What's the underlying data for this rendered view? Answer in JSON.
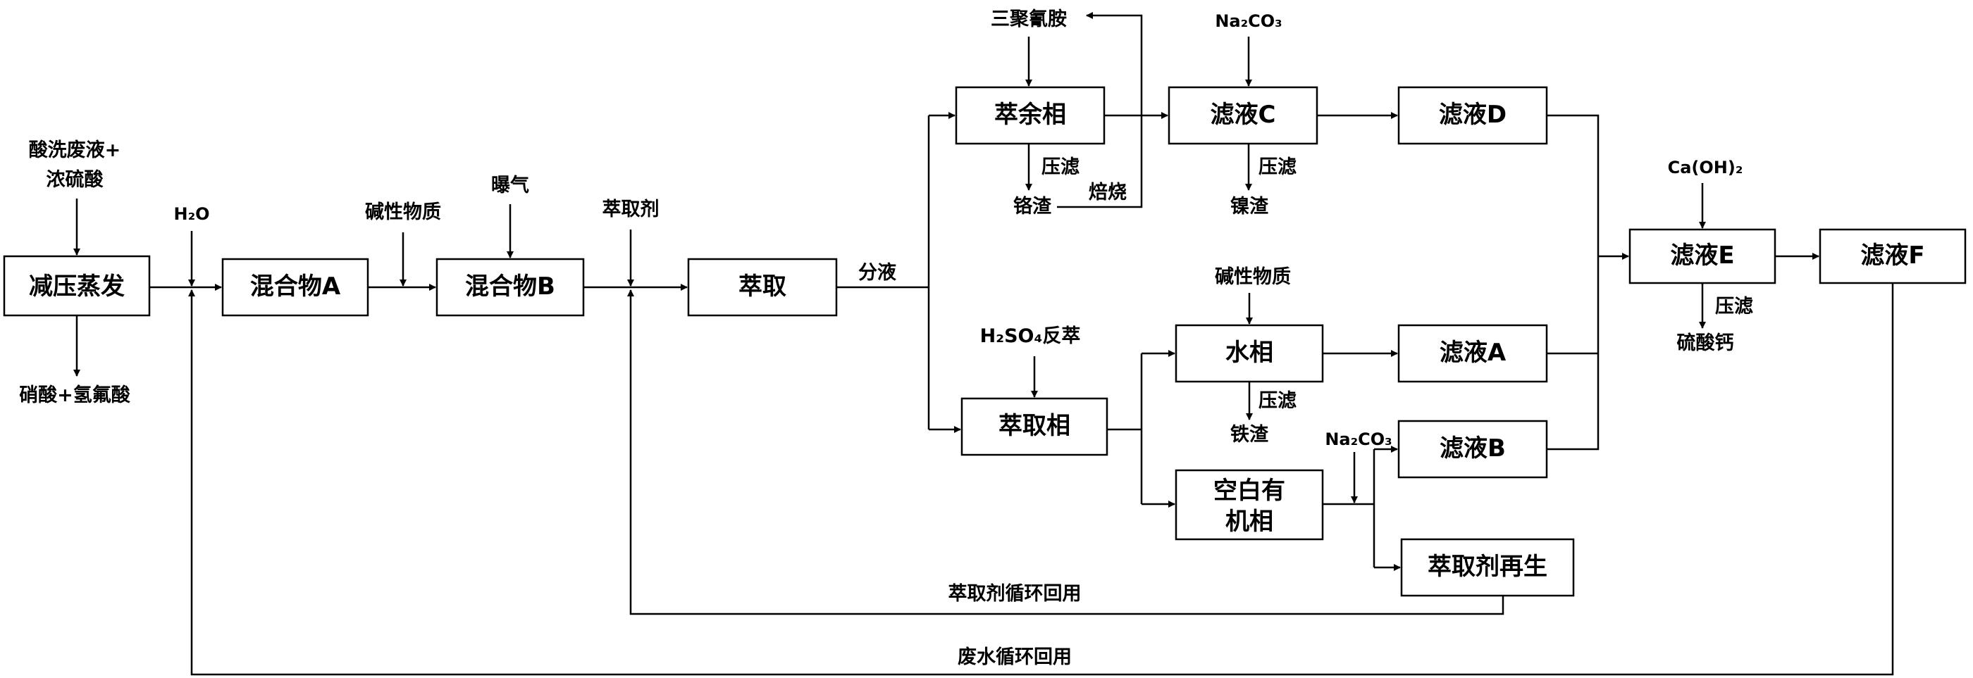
{
  "nodes": {
    "reduced_pressure_evaporation": "减压蒸发",
    "mixture_a": "混合物A",
    "mixture_b": "混合物B",
    "extraction": "萃取",
    "raffinate_phase": "萃余相",
    "filtrate_c": "滤液C",
    "filtrate_d": "滤液D",
    "extract_phase": "萃取相",
    "aqueous_phase": "水相",
    "filtrate_a": "滤液A",
    "filtrate_b": "滤液B",
    "blank_organic_line1": "空白有",
    "blank_organic_line2": "机相",
    "extractant_regeneration": "萃取剂再生",
    "filtrate_e": "滤液E",
    "filtrate_f": "滤液F"
  },
  "labels": {
    "pickling_waste_line1": "酸洗废液+",
    "pickling_waste_line2": "浓硫酸",
    "nitric_hf": "硝酸+氢氟酸",
    "water": "H₂O",
    "alkaline_1": "碱性物质",
    "aeration": "曝气",
    "extractant": "萃取剂",
    "liquid_separation": "分液",
    "melamine": "三聚氰胺",
    "press_filter_cr": "压滤",
    "chromium_slag": "铬渣",
    "roasting": "焙烧",
    "na2co3_top": "Na₂CO₃",
    "press_filter_ni": "压滤",
    "nickel_slag": "镍渣",
    "h2so4_back_extraction": "H₂SO₄反萃",
    "alkaline_2": "碱性物质",
    "press_filter_fe": "压滤",
    "iron_slag": "铁渣",
    "na2co3_mid": "Na₂CO₃",
    "caoh2": "Ca(OH)₂",
    "press_filter_ca": "压滤",
    "calcium_sulfate": "硫酸钙",
    "extractant_recycle": "萃取剂循环回用",
    "wastewater_recycle": "废水循环回用"
  },
  "colors": {
    "stroke": "#000000",
    "background": "#ffffff"
  }
}
